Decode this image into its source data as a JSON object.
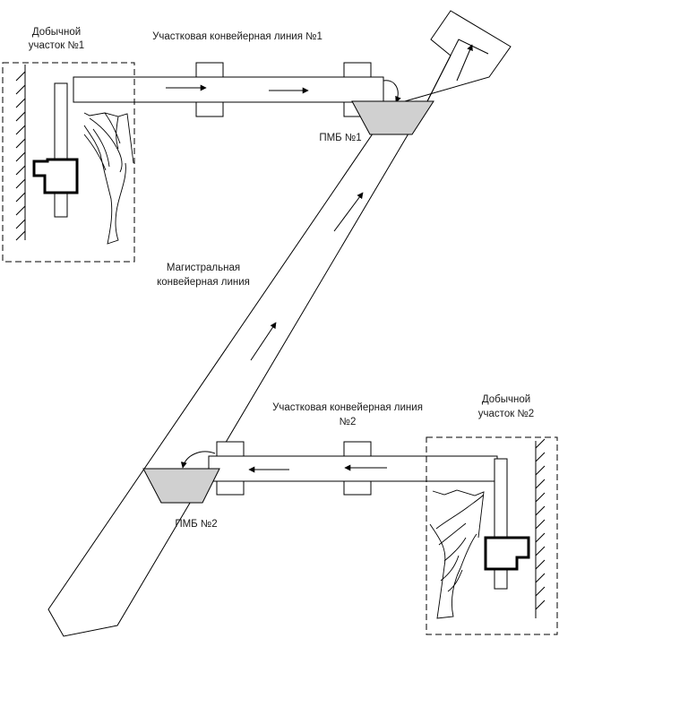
{
  "labels": {
    "site1_line1": "Добычной",
    "site1_line2": "участок №1",
    "conveyor1": "Участковая конвейерная линия №1",
    "pmb1": "ПМБ №1",
    "main_line1": "Магистральная",
    "main_line2": "конвейерная линия",
    "conveyor2_line1": "Участковая конвейерная линия",
    "conveyor2_line2": "№2",
    "site2_line1": "Добычной",
    "site2_line2": "участок №2",
    "pmb2": "ПМБ №2"
  },
  "colors": {
    "line": "#000000",
    "bunker_fill": "#d0d0d0",
    "background": "#ffffff"
  }
}
